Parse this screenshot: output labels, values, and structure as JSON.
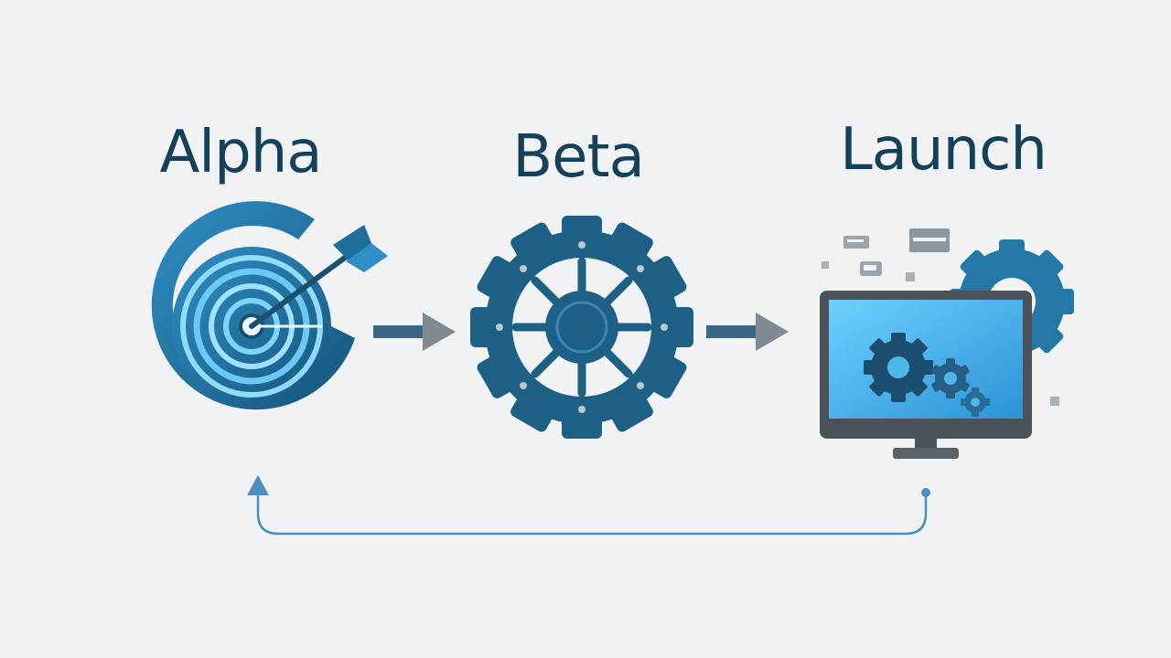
{
  "stages": [
    {
      "label": "Alpha",
      "icon": "target-arrow-icon"
    },
    {
      "label": "Beta",
      "icon": "gear-icon"
    },
    {
      "label": "Launch",
      "icon": "monitor-gears-icon"
    }
  ],
  "colors": {
    "background": "#f1f2f3",
    "text": "#14405a",
    "primary": "#1e6f9a",
    "dark": "#1b4f6e",
    "accent": "#4fb6e8",
    "arrow": "#808a92",
    "loop": "#4a8ec0"
  },
  "connectors": [
    {
      "from": "Alpha",
      "to": "Beta",
      "icon": "right-arrow-icon"
    },
    {
      "from": "Beta",
      "to": "Launch",
      "icon": "right-arrow-icon"
    },
    {
      "from": "Launch",
      "to": "Alpha",
      "icon": "feedback-loop-arrow-icon"
    }
  ]
}
